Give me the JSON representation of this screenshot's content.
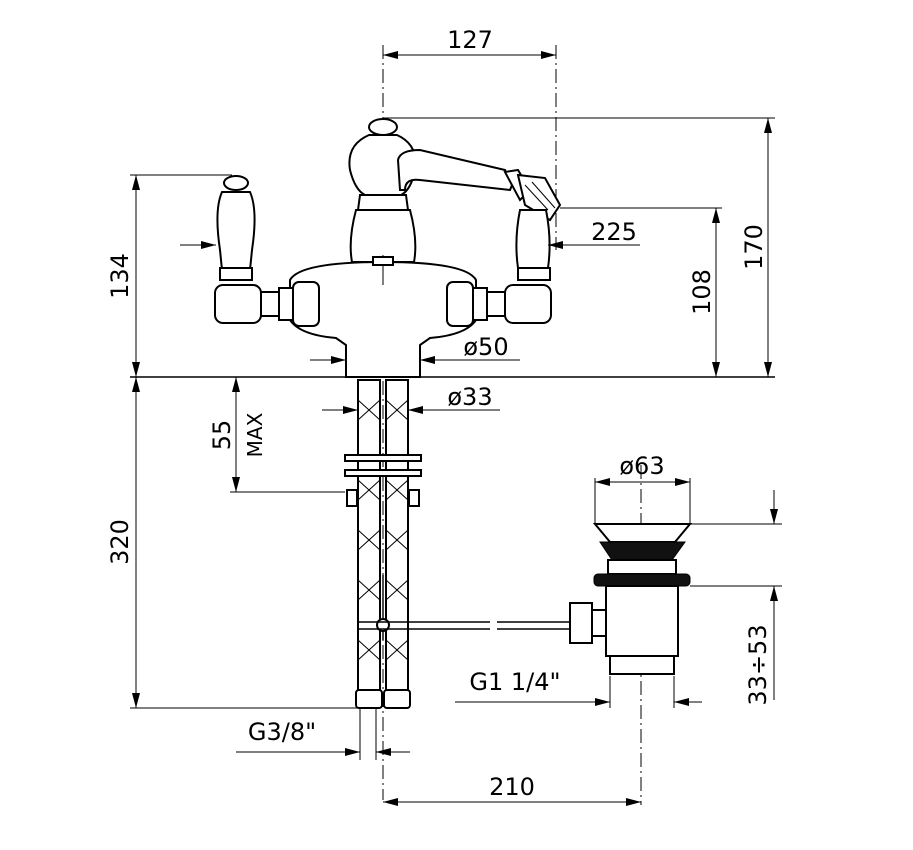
{
  "dimensions": {
    "top_spout_offset": "127",
    "spout_reach": "225",
    "overall_height": "170",
    "spout_height": "108",
    "handle_height": "134",
    "body_diameter": "ø50",
    "shank_diameter": "ø33",
    "max_deck_thickness": "55",
    "max_label": "MAX",
    "hose_length": "320",
    "waste_diameter": "ø63",
    "waste_range": "33÷53",
    "waste_thread": "G1  1/4\"",
    "hose_thread": "G3/8\"",
    "waste_offset": "210"
  },
  "colors": {
    "line": "#000000",
    "background": "#ffffff"
  }
}
